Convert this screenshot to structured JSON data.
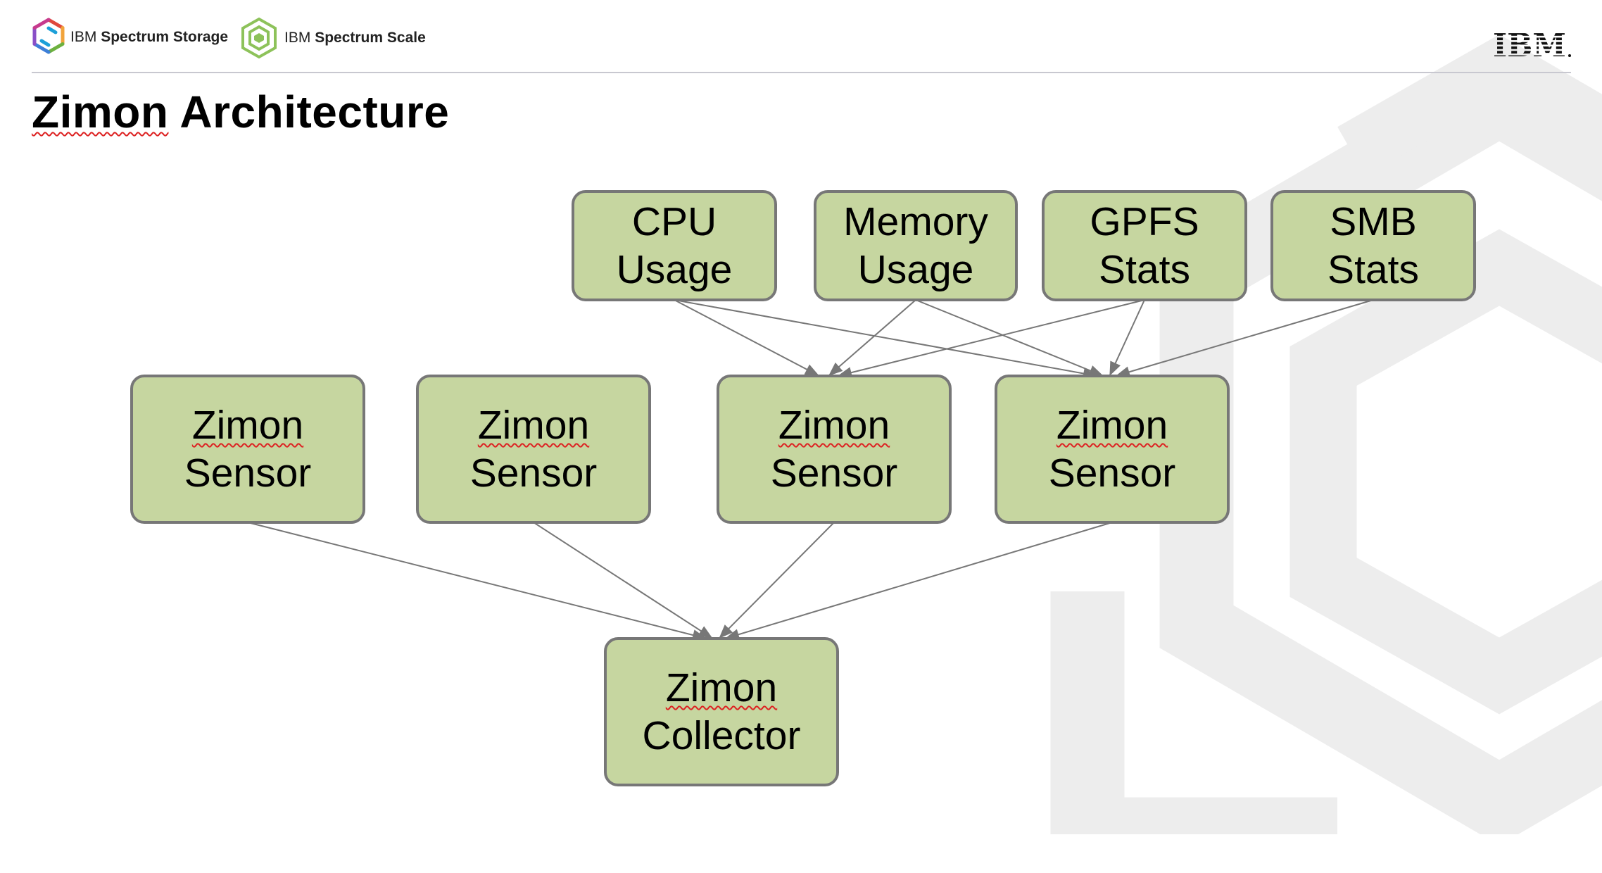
{
  "header": {
    "logo_storage": {
      "prefix": "IBM",
      "name": "Spectrum Storage"
    },
    "logo_scale": {
      "prefix": "IBM",
      "name": "Spectrum Scale"
    },
    "brand": "IBM"
  },
  "title": {
    "first": "Zimon",
    "rest": " Architecture"
  },
  "metrics": [
    {
      "line1": "CPU",
      "line2": "Usage"
    },
    {
      "line1": "Memory",
      "line2": "Usage"
    },
    {
      "line1": "GPFS",
      "line2": "Stats"
    },
    {
      "line1": "SMB",
      "line2": "Stats"
    }
  ],
  "sensors": [
    {
      "line1": "Zimon",
      "line2": "Sensor"
    },
    {
      "line1": "Zimon",
      "line2": "Sensor"
    },
    {
      "line1": "Zimon",
      "line2": "Sensor"
    },
    {
      "line1": "Zimon",
      "line2": "Sensor"
    }
  ],
  "collector": {
    "line1": "Zimon",
    "line2": "Collector"
  },
  "edges": [
    {
      "from": "metric-0",
      "to": "sensor-2"
    },
    {
      "from": "metric-0",
      "to": "sensor-3"
    },
    {
      "from": "metric-1",
      "to": "sensor-2"
    },
    {
      "from": "metric-1",
      "to": "sensor-3"
    },
    {
      "from": "metric-2",
      "to": "sensor-2"
    },
    {
      "from": "metric-2",
      "to": "sensor-3"
    },
    {
      "from": "metric-3",
      "to": "sensor-3"
    },
    {
      "from": "sensor-0",
      "to": "collector"
    },
    {
      "from": "sensor-1",
      "to": "collector"
    },
    {
      "from": "sensor-2",
      "to": "collector"
    },
    {
      "from": "sensor-3",
      "to": "collector"
    }
  ],
  "colors": {
    "box_fill": "#c6d6a0",
    "box_border": "#777777",
    "edge": "#777777",
    "watermark": "#ededed",
    "rule": "#c8c8d0"
  },
  "icons": [
    "spectrum-storage-logo-icon",
    "spectrum-scale-logo-icon",
    "ibm-logo-icon",
    "hexagon-watermark-icon"
  ]
}
